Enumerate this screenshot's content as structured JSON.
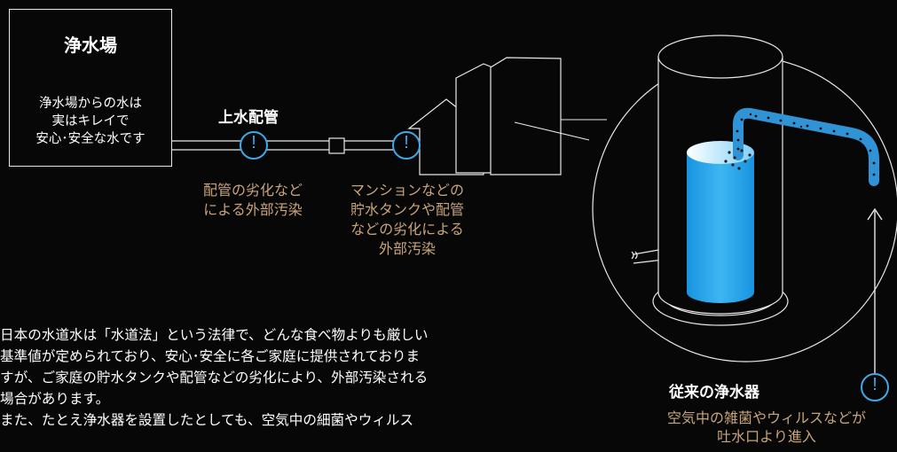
{
  "plant": {
    "title": "浄水場",
    "desc_lines": [
      "浄水場からの水は",
      "実はキレイで",
      "安心･安全な水です"
    ]
  },
  "pipe_label": "上水配管",
  "warning_glyph": "!",
  "note1_lines": [
    "配管の劣化など",
    "による外部汚染"
  ],
  "note2_lines": [
    "マンションなどの",
    "貯水タンクや配管",
    "などの劣化による",
    "外部汚染"
  ],
  "purifier_label": "従来の浄水器",
  "note3_lines": [
    "空気中の雑菌やウィルスなどが",
    "吐水口より進入"
  ],
  "paragraph_lines": [
    "日本の水道水は「水道法」という法律で、どんな食べ物よりも厳しい",
    "基準値が定められており、安心･安全に各ご家庭に提供されておりま",
    "すが、ご家庭の貯水タンクや配管などの劣化により、外部汚染される",
    "場合があります。",
    "また、たとえ浄水器を設置したとしても、空気中の細菌やウィルス"
  ],
  "colors": {
    "accent_blue": "#3fa9e8",
    "note_tan": "#c9a47a",
    "water_blue": "#1fa0e6"
  }
}
